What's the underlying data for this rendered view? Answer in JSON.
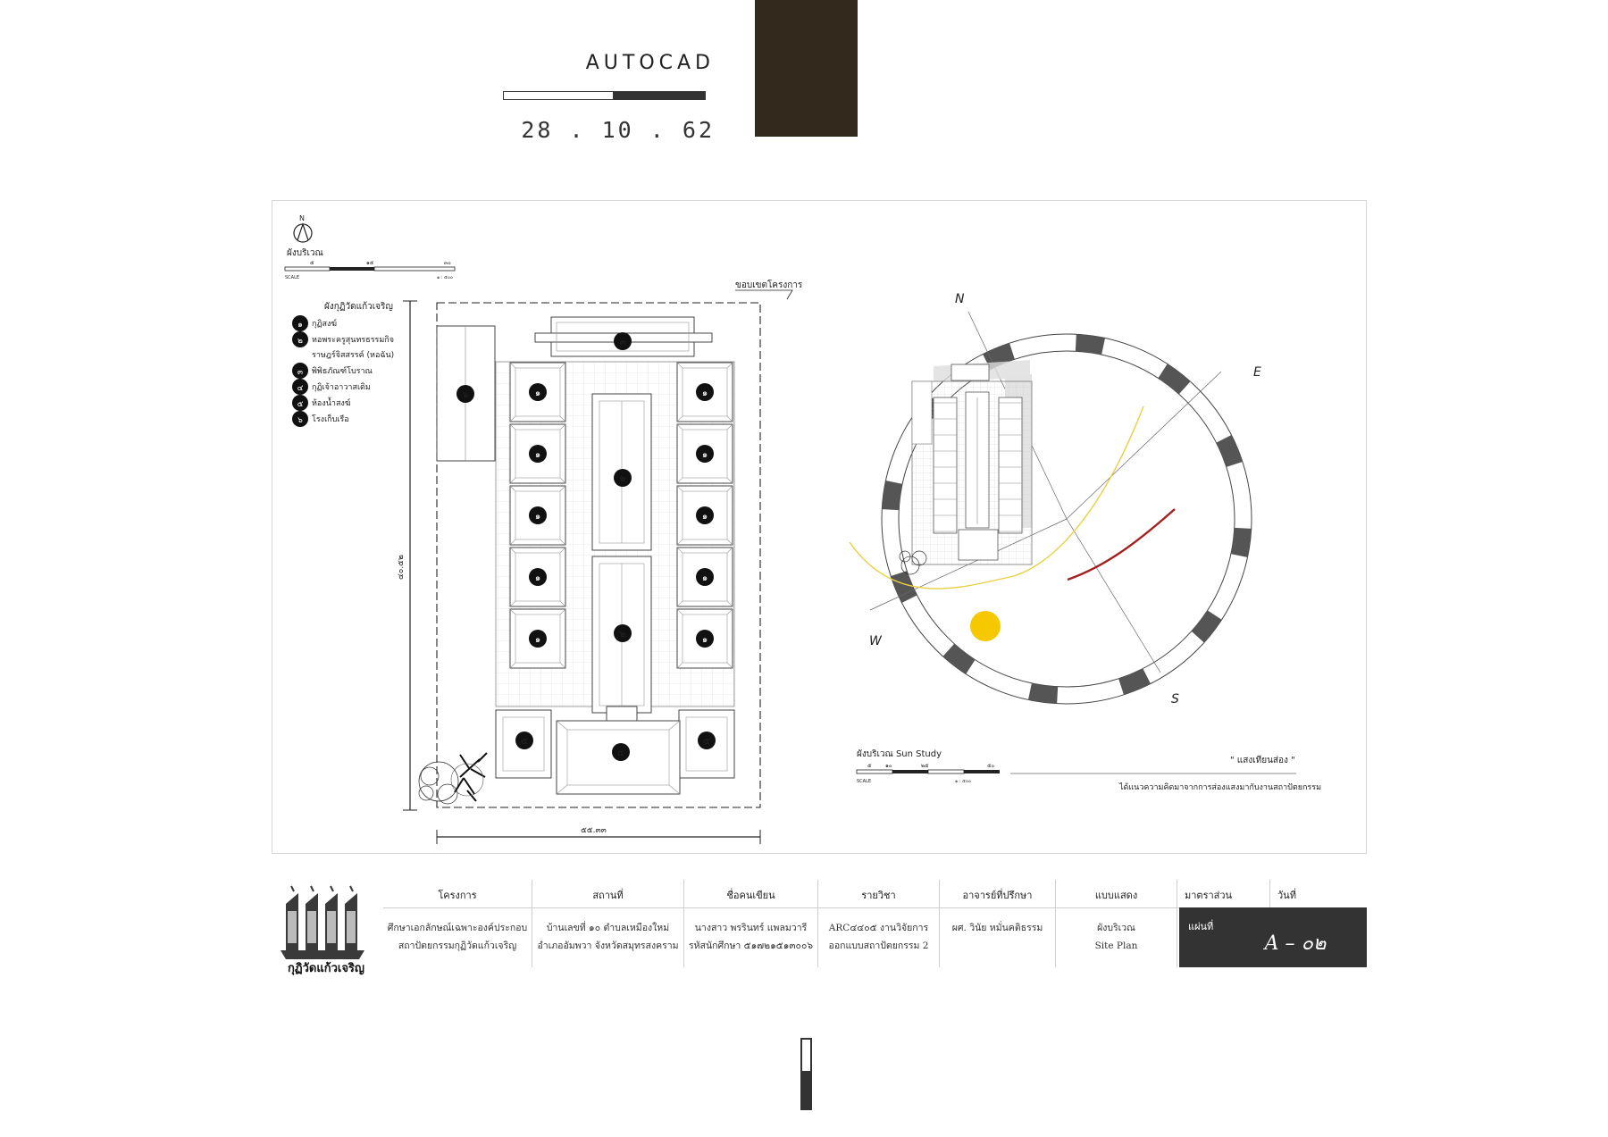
{
  "header": {
    "title": "AUTOCAD",
    "date": "28 . 10 . 62",
    "progress": 0.46
  },
  "site_plan": {
    "north_label": "N",
    "title": "ผังบริเวณ",
    "scale_ticks": [
      "๕",
      "๑๕",
      "๓๐"
    ],
    "scale_word": "SCALE",
    "scale_ratio": "๑ : ๕๐๐",
    "legend_title": "ผังกุฏิวัดแก้วเจริญ",
    "legend": [
      {
        "no": "๑",
        "text": "กุฏิสงฆ์"
      },
      {
        "no": "๒",
        "text": "หอพระครูสุนทรธรรมกิจ"
      },
      {
        "no": "",
        "text": "ราษฎร์จิสสรรค์ (หอฉัน)"
      },
      {
        "no": "๓",
        "text": "พิพิธภัณฑ์โบราณ"
      },
      {
        "no": "๔",
        "text": "กุฏิเจ้าอาวาสเดิม"
      },
      {
        "no": "๕",
        "text": "ห้องน้ำสงฆ์"
      },
      {
        "no": "๖",
        "text": "โรงเก็บเรือ"
      }
    ],
    "boundary_label": "ขอบเขตโครงการ",
    "dim_vertical": "๔๐.๕๒",
    "dim_horizontal": "๕๕.๓๓",
    "labels": {
      "b3": "๓",
      "b6": "๖",
      "b1": "๑",
      "b2": "๒",
      "b5": "๕",
      "b4": "๔"
    }
  },
  "sun_study": {
    "dir_n": "N",
    "dir_e": "E",
    "dir_s": "S",
    "dir_w": "W",
    "title": "ผังบริเวณ Sun Study",
    "scale_ticks": [
      "๕",
      "๑๐",
      "๒๕",
      "๕๐"
    ],
    "scale_word": "SCALE",
    "scale_ratio": "๑ : ๕๐๐",
    "quote": "\" แสงเทียนส่อง \"",
    "note": "ได้แนวความคิดมาจากการส่องแสงมากับงานสถาปัตยกรรม",
    "colors": {
      "sun": "#f5c800",
      "path": "#e8cf44",
      "shadow_arc": "#a32020"
    }
  },
  "title_block": {
    "logo_text": "กุฏิวัดแก้วเจริญ",
    "columns": [
      {
        "head": "โครงการ",
        "lines": [
          "ศึกษาเอกลักษณ์เฉพาะองค์ประกอบ",
          "สถาปัตยกรรมกุฏิวัดแก้วเจริญ"
        ]
      },
      {
        "head": "สถานที่",
        "lines": [
          "บ้านเลขที่ ๑๐ ตำบลเหมืองใหม่",
          "อำเภออัมพวา จังหวัดสมุทรสงคราม"
        ]
      },
      {
        "head": "ชื่อคนเขียน",
        "lines": [
          "นางสาว พรรินทร์ แพลมวารี",
          "รหัสนักศึกษา ๕๑๗๒๑๕๑๓๐๐๖"
        ]
      },
      {
        "head": "รายวิชา",
        "lines": [
          "ARC๔๔๐๕ งานวิจัยการ",
          "ออกแบบสถาปัตยกรรม 2"
        ]
      },
      {
        "head": "อาจารย์ที่ปรึกษา",
        "lines": [
          "ผศ. วินัย หมั่นคติธรรม"
        ]
      },
      {
        "head": "แบบแสดง",
        "lines": [
          "ผังบริเวณ",
          "Site Plan"
        ]
      },
      {
        "head": "มาตราส่วน",
        "lines": []
      },
      {
        "head": "วันที่",
        "lines": []
      }
    ],
    "sheet_label": "แผ่นที่",
    "sheet_no": "A – ๐๒"
  },
  "page_indicator": {
    "fill": 0.55
  }
}
